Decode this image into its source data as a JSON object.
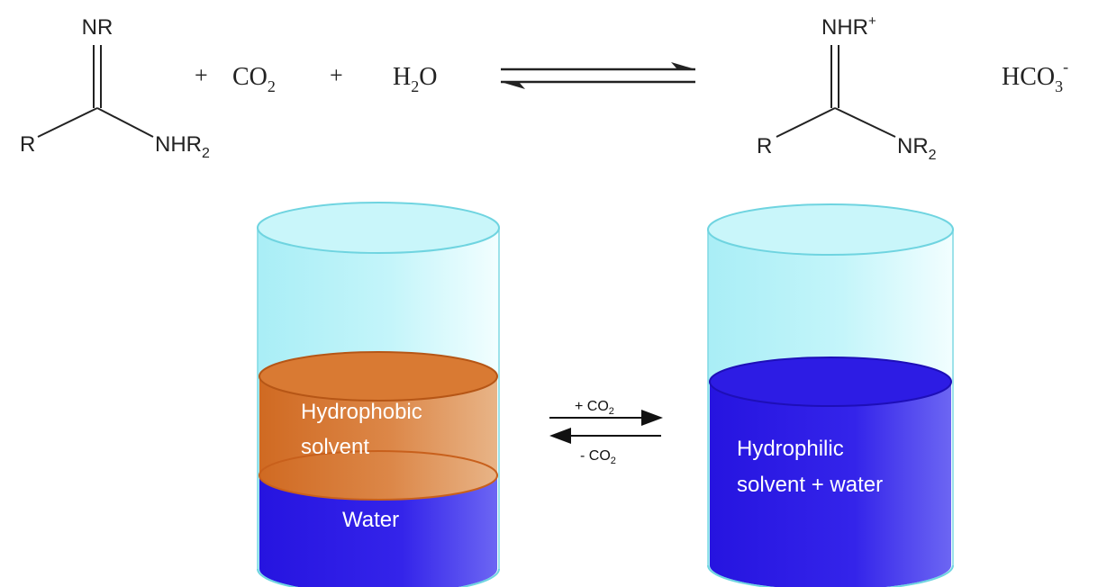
{
  "reaction": {
    "reactant": {
      "top": "NR",
      "left": "R",
      "right_main": "NHR",
      "right_sub": "2"
    },
    "plus1": "+",
    "co2_main": "CO",
    "co2_sub": "2",
    "plus2": "+",
    "h2o_pre": "H",
    "h2o_sub": "2",
    "h2o_post": "O",
    "product": {
      "top_main": "NHR",
      "top_sup": "+",
      "left": "R",
      "right_main": "NR",
      "right_sub": "2"
    },
    "anion_main": "HCO",
    "anion_sub": "3",
    "anion_sup": "-"
  },
  "switch": {
    "forward_sign": "+ CO",
    "forward_sub": "2",
    "reverse_sign": "- CO",
    "reverse_sub": "2"
  },
  "left_beaker": {
    "top_layer": [
      "Hydrophobic",
      "solvent"
    ],
    "bottom_layer": "Water"
  },
  "right_beaker": {
    "layer": [
      "Hydrophilic",
      "solvent + water"
    ]
  },
  "colors": {
    "glass": "#bff3f8",
    "glass_edge": "#6fd4e0",
    "organic": "#d9772e",
    "water": "#2a1ee6",
    "label": "#ffffff"
  }
}
